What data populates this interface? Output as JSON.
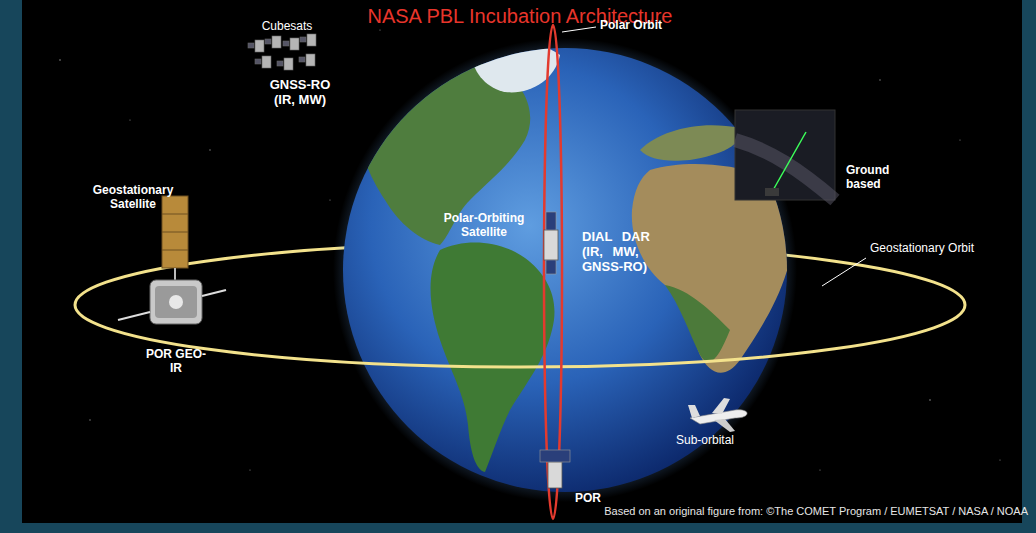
{
  "diagram": {
    "title": "NASA PBL Incubation Architecture",
    "caption": "Based on an original figure from: ©The COMET Program / EUMETSAT / NASA / NOAA",
    "labels": [
      "Cubesats",
      "GNSS-RO (IR, MW)",
      "Polar Orbit",
      "Geostationary Satellite",
      "Ground based",
      "Geostationary Orbit",
      "Polar-Orbiting Satellite",
      "DIAL DAR (IR, MW, GNSS-RO)",
      "POR GEO-IR",
      "POR",
      "Sub-orbital"
    ]
  }
}
